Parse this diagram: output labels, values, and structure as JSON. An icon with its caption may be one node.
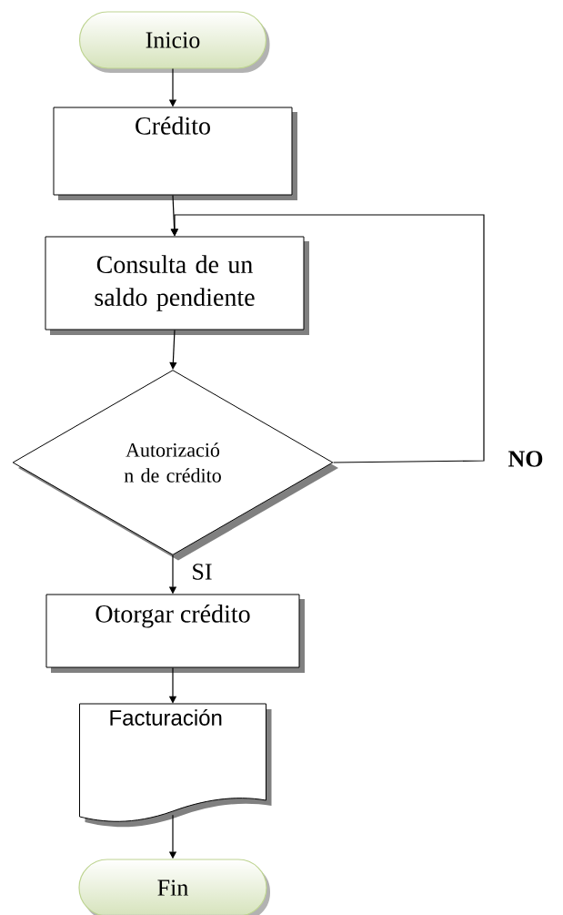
{
  "diagram": {
    "nodes": [
      {
        "text": [
          "Inicio"
        ]
      },
      {
        "text": [
          "Crédito"
        ]
      },
      {
        "text": [
          "Consulta de un saldo pendiente"
        ]
      },
      {
        "text": [
          "Autorizació n de crédito"
        ]
      },
      {
        "text": [
          "Otorgar crédito"
        ]
      },
      {
        "text": [
          "Facturación"
        ]
      },
      {
        "text": [
          "Fin"
        ]
      }
    ],
    "edges": [
      {
        "from": 0,
        "to": 1,
        "arrow": "to"
      },
      {
        "from": 1,
        "to": 2,
        "arrow": "to"
      },
      {
        "from": 2,
        "to": 3,
        "arrow": "to"
      },
      {
        "from": 3,
        "to": 2,
        "arrow": "to",
        "label": "NO"
      },
      {
        "from": 3,
        "to": 4,
        "arrow": "to",
        "label": "SI"
      },
      {
        "from": 4,
        "to": 5,
        "arrow": "to"
      },
      {
        "from": 5,
        "to": 6,
        "arrow": "to"
      }
    ]
  }
}
